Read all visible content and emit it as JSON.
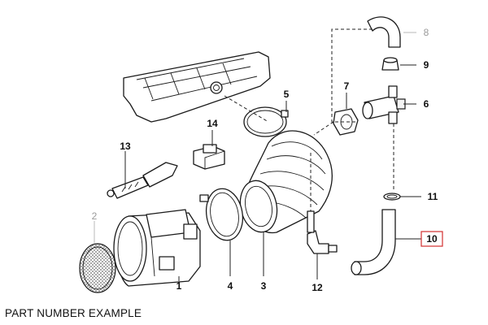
{
  "caption": "PART NUMBER EXAMPLE",
  "callouts": {
    "p1": "1",
    "p2": "2",
    "p3": "3",
    "p4": "4",
    "p5": "5",
    "p6": "6",
    "p7": "7",
    "p8": "8",
    "p9": "9",
    "p10": "10",
    "p11": "11",
    "p12": "12",
    "p13": "13",
    "p14": "14"
  },
  "highlight": {
    "callout": "10",
    "color": "#d32f2f"
  },
  "muted_callouts": [
    "2",
    "8"
  ]
}
